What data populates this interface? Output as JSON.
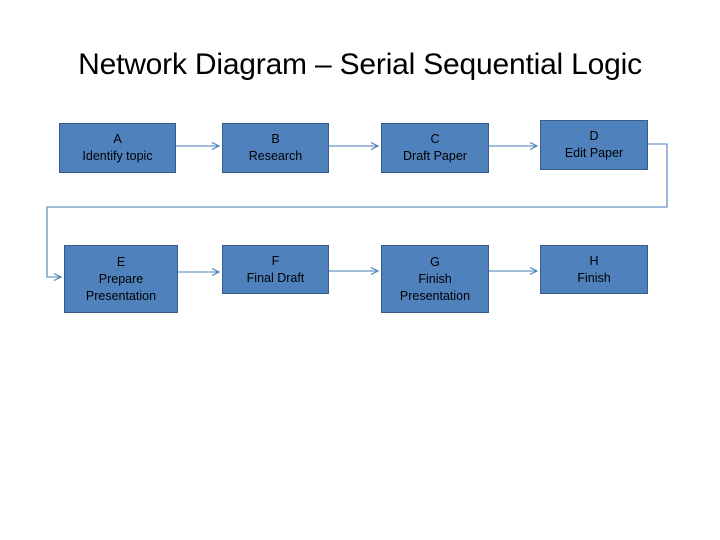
{
  "slide": {
    "title": "Network Diagram – Serial Sequential Logic",
    "background_color": "#FFFFFF"
  },
  "theme": {
    "node_fill": "#4F81BD",
    "node_border": "#385D8A",
    "node_text": "#000000",
    "connector_color": "#4A7EBB"
  },
  "diagram": {
    "type": "flow-network",
    "nodes": [
      {
        "id": "A",
        "label_id": "A",
        "lines": [
          "A",
          "Identify topic"
        ]
      },
      {
        "id": "B",
        "label_id": "B",
        "lines": [
          "B",
          "Research"
        ]
      },
      {
        "id": "C",
        "label_id": "C",
        "lines": [
          "C",
          "Draft Paper"
        ]
      },
      {
        "id": "D",
        "label_id": "D",
        "lines": [
          "D",
          "Edit Paper"
        ]
      },
      {
        "id": "E",
        "label_id": "E",
        "lines": [
          "E",
          "Prepare",
          "Presentation"
        ]
      },
      {
        "id": "F",
        "label_id": "F",
        "lines": [
          "F",
          "Final Draft"
        ]
      },
      {
        "id": "G",
        "label_id": "G",
        "lines": [
          "G",
          "Finish",
          "Presentation"
        ]
      },
      {
        "id": "H",
        "label_id": "H",
        "lines": [
          "H",
          "Finish"
        ]
      }
    ],
    "edges": [
      {
        "from": "A",
        "to": "B",
        "style": "straight"
      },
      {
        "from": "B",
        "to": "C",
        "style": "straight"
      },
      {
        "from": "C",
        "to": "D",
        "style": "straight"
      },
      {
        "from": "D",
        "to": "E",
        "style": "elbow-wrap"
      },
      {
        "from": "E",
        "to": "F",
        "style": "straight"
      },
      {
        "from": "F",
        "to": "G",
        "style": "straight"
      },
      {
        "from": "G",
        "to": "H",
        "style": "straight"
      }
    ]
  }
}
